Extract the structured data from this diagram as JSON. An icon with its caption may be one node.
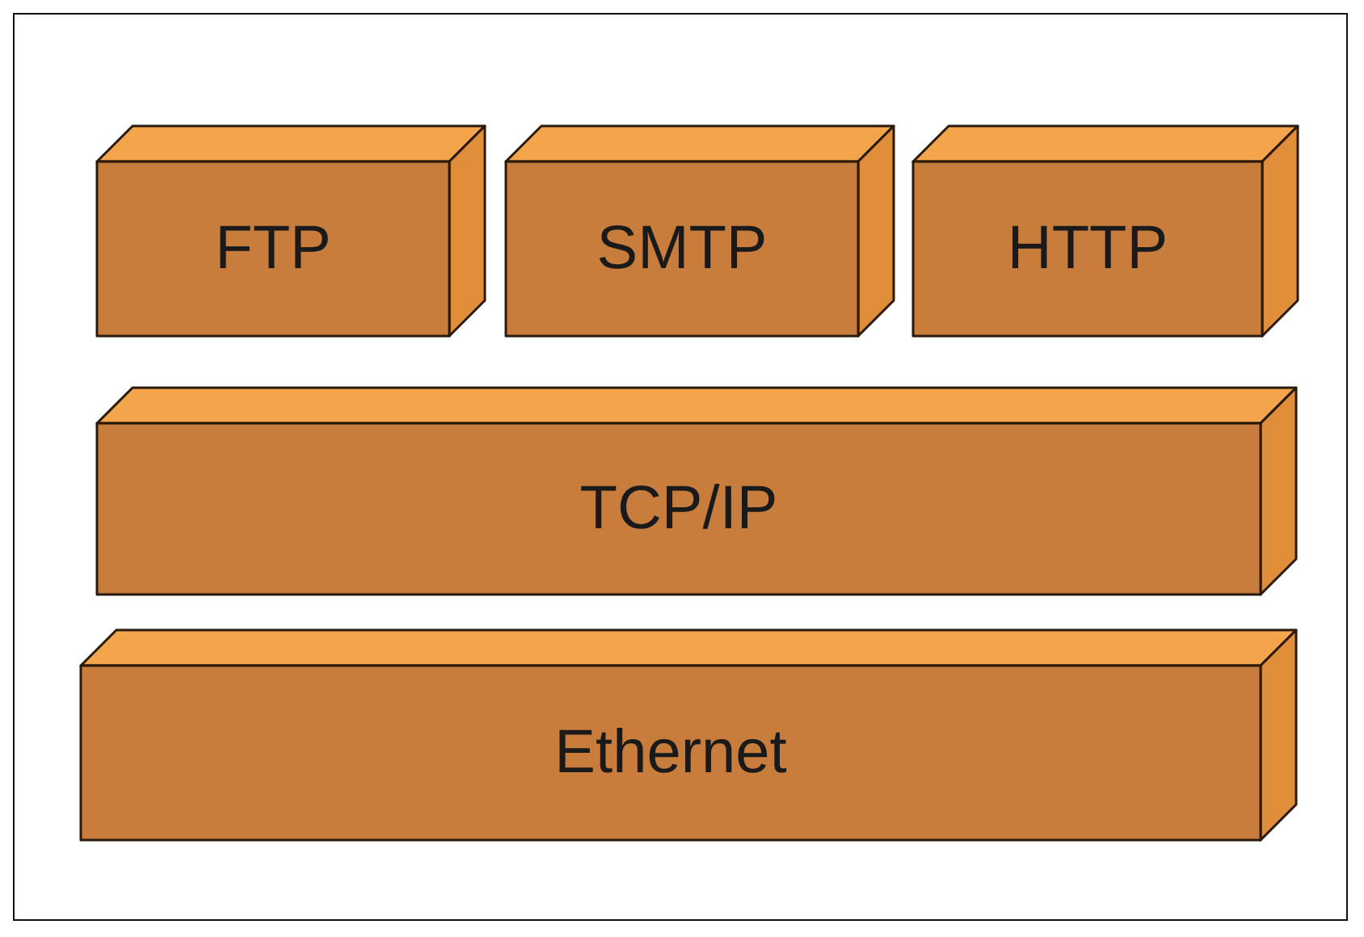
{
  "diagram": {
    "nodes": [
      {
        "text": [
          "FTP"
        ]
      },
      {
        "text": [
          "SMTP"
        ]
      },
      {
        "text": [
          "HTTP"
        ]
      },
      {
        "text": [
          "TCP/IP"
        ]
      },
      {
        "text": [
          "Ethernet"
        ]
      }
    ]
  }
}
